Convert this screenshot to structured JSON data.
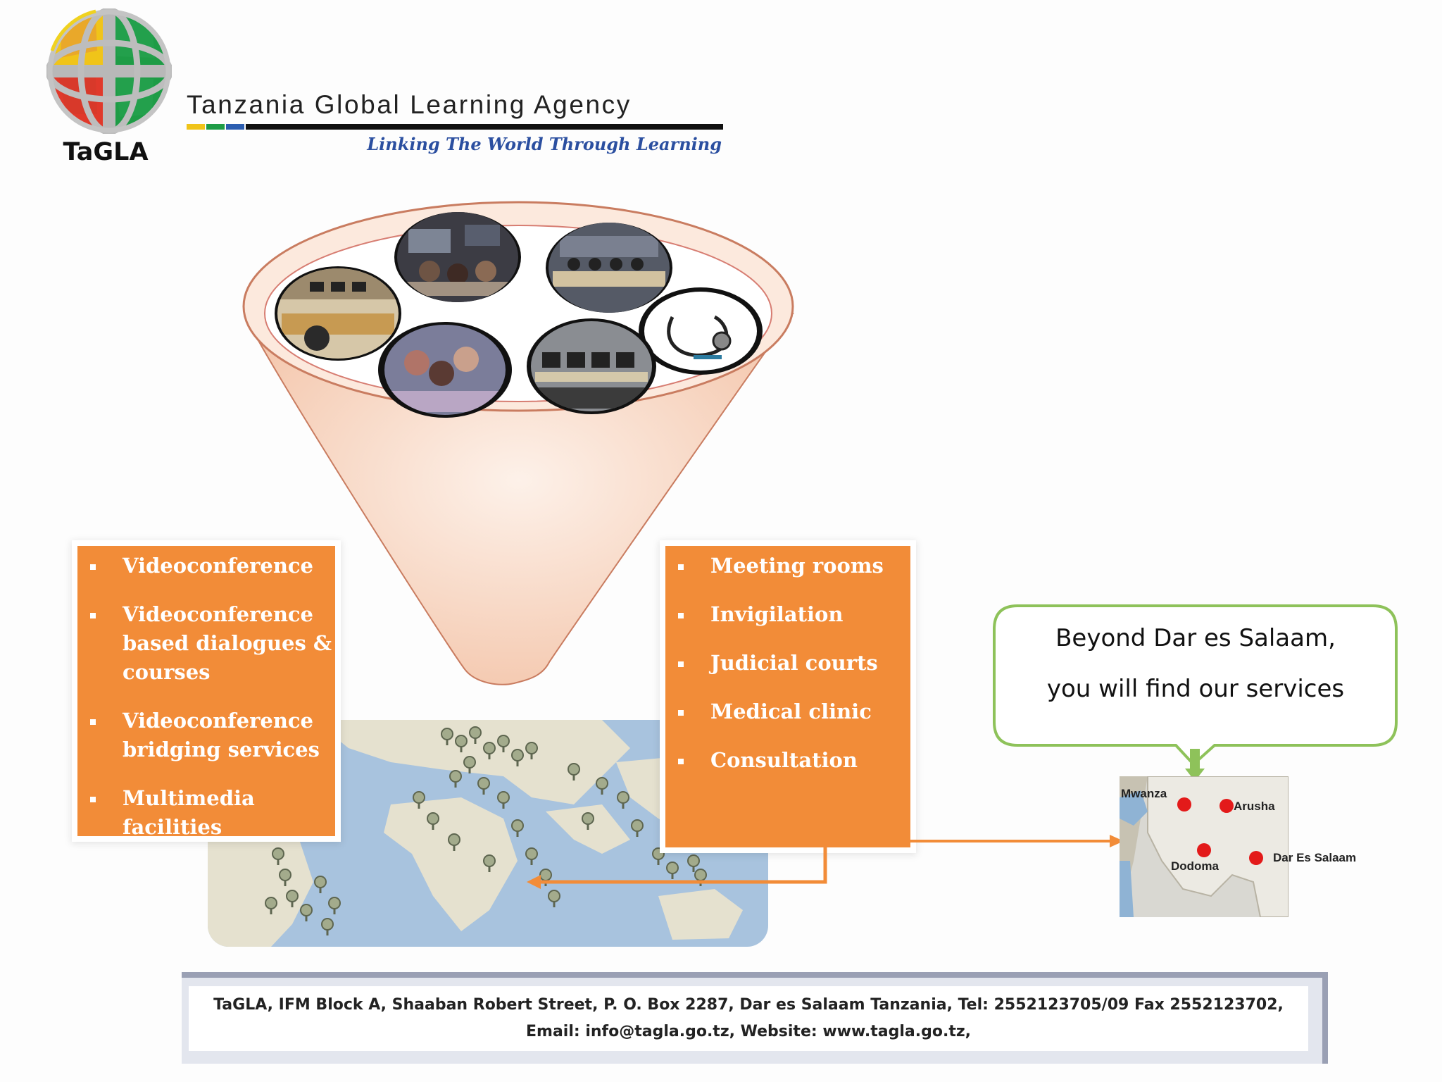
{
  "header": {
    "logo_text": "TaGLA",
    "agency_name": "Tanzania Global Learning Agency",
    "tagline": "Linking The World Through Learning"
  },
  "services_left": [
    "Videoconference",
    "Videoconference based dialogues & courses",
    "Videoconference bridging services",
    "Multimedia facilities"
  ],
  "services_right": [
    "Meeting rooms",
    "Invigilation",
    "Judicial courts",
    "Medical clinic",
    "Consultation"
  ],
  "callout": {
    "line1": "Beyond Dar es Salaam,",
    "line2": "you will find our services"
  },
  "tanzania_map": {
    "cities": [
      "Mwanza",
      "Arusha",
      "Dodoma",
      "Dar Es Salaam"
    ]
  },
  "footer": {
    "line1": "TaGLA, IFM Block A, Shaaban Robert Street, P. O. Box 2287, Dar es Salaam Tanzania, Tel: 2552123705/09 Fax 2552123702,",
    "line2": "Email: info@tagla.go.tz, Website: www.tagla.go.tz,"
  },
  "colors": {
    "orange": "#f28c38",
    "funnel": "#f8d6c4",
    "bubble_border": "#8ec25a",
    "tagline_blue": "#2b4fa0",
    "map_pin_red": "#e31a1a"
  }
}
